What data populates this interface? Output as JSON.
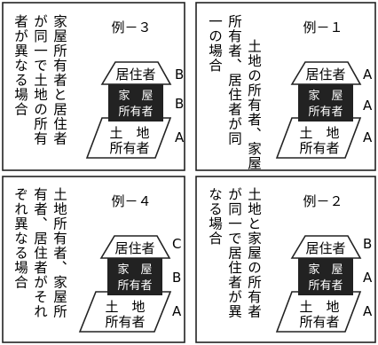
{
  "panels": [
    {
      "id": "ex3",
      "title": "例－３",
      "description": [
        "家屋所有者と居住者",
        "が同一で土地の所有",
        "者が異なる場合"
      ],
      "roof_label": "居住者",
      "house_label": [
        "家　屋",
        "所有者"
      ],
      "land_label": [
        "土　地",
        "所有者"
      ],
      "letters": [
        "B",
        "B",
        "A"
      ]
    },
    {
      "id": "ex1",
      "title": "例－１",
      "description": [
        "土地の所有者、家屋",
        "所有者、居住者が同",
        "一の場合"
      ],
      "roof_label": "居住者",
      "house_label": [
        "家　屋",
        "所有者"
      ],
      "land_label": [
        "土　地",
        "所有者"
      ],
      "letters": [
        "A",
        "A",
        "A"
      ]
    },
    {
      "id": "ex4",
      "title": "例－４",
      "description": [
        "土地所有者、家屋所",
        "有者、居住者がそれ",
        "ぞれ異なる場合"
      ],
      "roof_label": "居住者",
      "house_label": [
        "家　屋",
        "所有者"
      ],
      "land_label": [
        "土　地",
        "所有者"
      ],
      "letters": [
        "C",
        "B",
        "A"
      ]
    },
    {
      "id": "ex2",
      "title": "例－２",
      "description": [
        "土地と家屋の所有者",
        "が同一で居住者が異",
        "なる場合"
      ],
      "roof_label": "居住者",
      "house_label": [
        "家　屋",
        "所有者"
      ],
      "land_label": [
        "土　地",
        "所有者"
      ],
      "letters": [
        "B",
        "A",
        "A"
      ]
    }
  ]
}
